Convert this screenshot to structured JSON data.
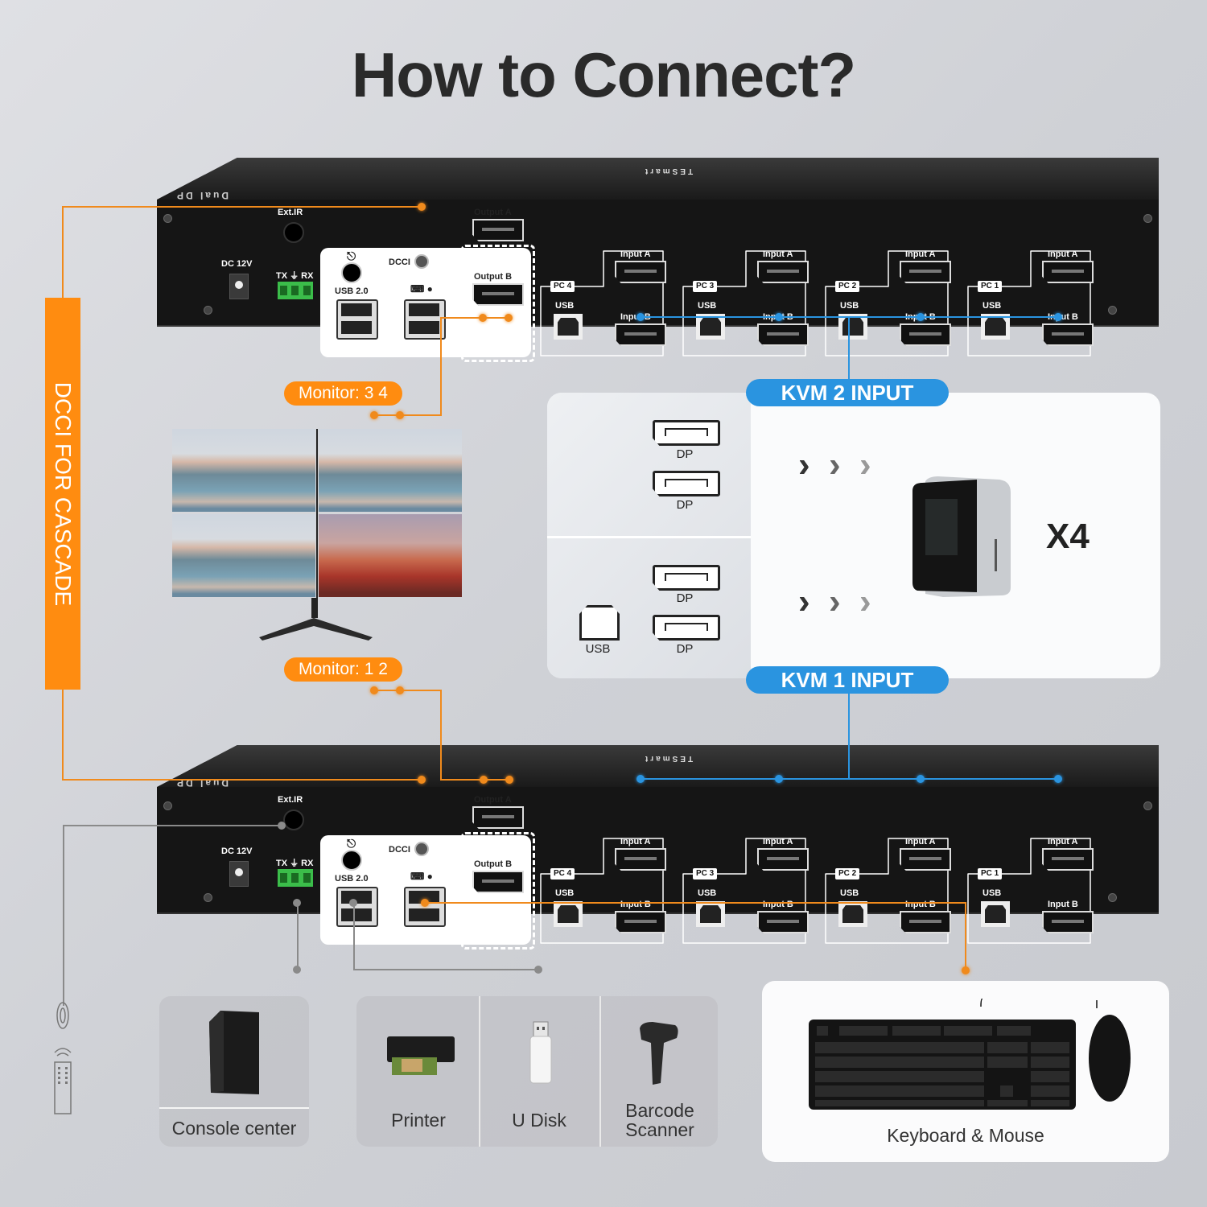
{
  "title": "How to Connect?",
  "kvm_units": [
    {
      "id": "kvm2-top",
      "model_label": "Dual DP",
      "brand_label": "TESmart",
      "ports": {
        "ext_ir": "Ext.IR",
        "dc": "DC 12V",
        "rs232": "TX ⏚ RX",
        "usb20": "USB 2.0",
        "dcci": "DCCI",
        "output_a": "Output A",
        "output_b": "Output B",
        "audio_icon": "headphone-icon",
        "kbm_icons": [
          "keyboard-icon",
          "mouse-icon"
        ]
      },
      "pc_groups": [
        {
          "tag": "PC 4",
          "usb": "USB",
          "input_a": "Input A",
          "input_b": "Input B"
        },
        {
          "tag": "PC 3",
          "usb": "USB",
          "input_a": "Input A",
          "input_b": "Input B"
        },
        {
          "tag": "PC 2",
          "usb": "USB",
          "input_a": "Input A",
          "input_b": "Input B"
        },
        {
          "tag": "PC 1",
          "usb": "USB",
          "input_a": "Input A",
          "input_b": "Input B"
        }
      ]
    },
    {
      "id": "kvm1-bottom",
      "model_label": "Dual DP",
      "brand_label": "TESmart",
      "ports": {
        "ext_ir": "Ext.IR",
        "dc": "DC 12V",
        "rs232": "TX ⏚ RX",
        "usb20": "USB 2.0",
        "dcci": "DCCI",
        "output_a": "Output A",
        "output_b": "Output B",
        "audio_icon": "headphone-icon",
        "kbm_icons": [
          "keyboard-icon",
          "mouse-icon"
        ]
      },
      "pc_groups": [
        {
          "tag": "PC 4",
          "usb": "USB",
          "input_a": "Input A",
          "input_b": "Input B"
        },
        {
          "tag": "PC 3",
          "usb": "USB",
          "input_a": "Input A",
          "input_b": "Input B"
        },
        {
          "tag": "PC 2",
          "usb": "USB",
          "input_a": "Input A",
          "input_b": "Input B"
        },
        {
          "tag": "PC 1",
          "usb": "USB",
          "input_a": "Input A",
          "input_b": "Input B"
        }
      ]
    }
  ],
  "cascade_label": "DCCI FOR CASCADE",
  "monitor_labels": {
    "top": "Monitor: 3  4",
    "bottom": "Monitor: 1  2"
  },
  "kvm_inputs": {
    "kvm2_badge": "KVM 2 INPUT",
    "kvm1_badge": "KVM 1 INPUT",
    "kvm2_ports": [
      "DP",
      "DP"
    ],
    "kvm1_ports": [
      "DP",
      "DP"
    ],
    "kvm1_usb": "USB",
    "multiplier": "X4"
  },
  "peripherals": {
    "console": "Console center",
    "printer": "Printer",
    "udisk": "U Disk",
    "barcode_line1": "Barcode",
    "barcode_line2": "Scanner",
    "keyboard_mouse": "Keyboard & Mouse"
  },
  "colors": {
    "orange": "#ff8c10",
    "blue": "#2a94e0",
    "gray_line": "#8a8a8a"
  }
}
